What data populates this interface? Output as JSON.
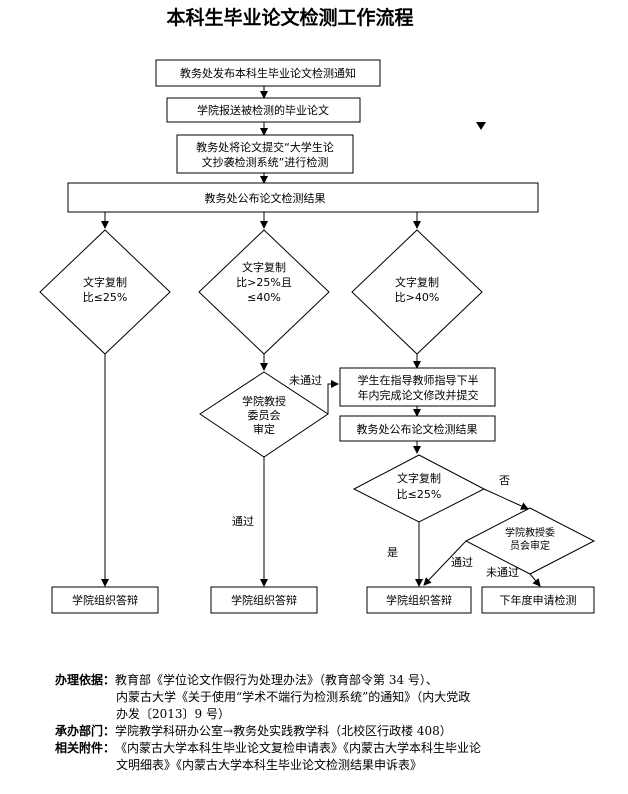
{
  "title": "本科生毕业论文检测工作流程",
  "boxes": {
    "notify": "教务处发布本科生毕业论文检测通知",
    "college_submit": "学院报送被检测的毕业论文",
    "check_line1": "教务处将论文提交“大学生论",
    "check_line2": "文抄袭检测系统”进行检测",
    "publish_result": "教务处公布论文检测结果",
    "revise_line1": "学生在指导教师指导下半",
    "revise_line2": "年内完成论文修改并提交",
    "publish_result2": "教务处公布论文检测结果",
    "defense1": "学院组织答辩",
    "defense2": "学院组织答辩",
    "defense3": "学院组织答辩",
    "next_year": "下年度申请检测"
  },
  "decisions": {
    "d1_line1": "文字复制",
    "d1_line2": "比≤25%",
    "d2_line1": "文字复制",
    "d2_line2": "比>25%且",
    "d2_line3": "≤40%",
    "d3_line1": "文字复制",
    "d3_line2": "比>40%",
    "committee_line1": "学院教授",
    "committee_line2": "委员会",
    "committee_line3": "审定",
    "d4_line1": "文字复制",
    "d4_line2": "比≤25%",
    "committee2_line1": "学院教授委",
    "committee2_line2": "员会审定"
  },
  "edge_labels": {
    "not_passed": "未通过",
    "passed": "通过",
    "no": "否",
    "yes": "是",
    "passed2": "通过",
    "not_passed2": "未通过"
  },
  "notes": {
    "basis_label": "办理依据：",
    "basis_line1": "教育部《学位论文作假行为处理办法》（教育部令第 34 号）、",
    "basis_line2": "内蒙古大学《关于使用“学术不端行为检测系统”的通知》（内大党政",
    "basis_line3": "办发〔2013〕9 号）",
    "dept_label": "承办部门：",
    "dept_text": "学院教学科研办公室→教务处实践教学科（北校区行政楼 408）",
    "attach_label": "相关附件：",
    "attach_line1": "《内蒙古大学本科生毕业论文复检申请表》《内蒙古大学本科生毕业论",
    "attach_line2": "文明细表》《内蒙古大学本科生毕业论文检测结果申诉表》"
  }
}
